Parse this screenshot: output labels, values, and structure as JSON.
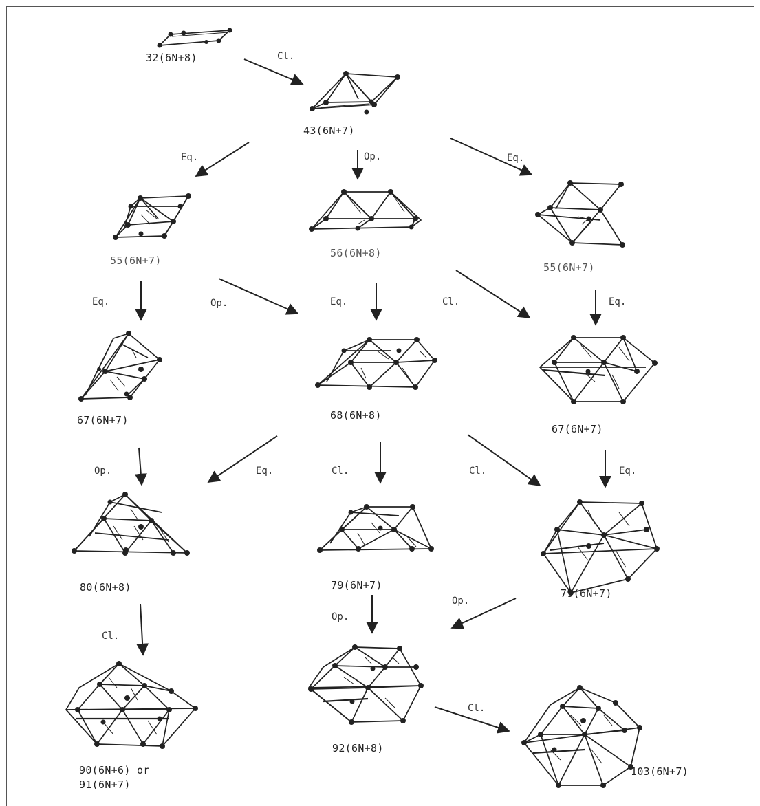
{
  "nodes": [
    {
      "id": "n32",
      "label": "32(6N+8)"
    },
    {
      "id": "n43",
      "label": "43(6N+7)"
    },
    {
      "id": "n55a",
      "label": "55(6N+7)"
    },
    {
      "id": "n56",
      "label": "56(6N+8)"
    },
    {
      "id": "n55b",
      "label": "55(6N+7)"
    },
    {
      "id": "n67a",
      "label": "67(6N+7)"
    },
    {
      "id": "n68",
      "label": "68(6N+8)"
    },
    {
      "id": "n67b",
      "label": "67(6N+7)"
    },
    {
      "id": "n80",
      "label": "80(6N+8)"
    },
    {
      "id": "n79a",
      "label": "79(6N+7)"
    },
    {
      "id": "n79b",
      "label": "79(6N+7)"
    },
    {
      "id": "n90",
      "label": "90(6N+6) or"
    },
    {
      "id": "n91",
      "label": "91(6N+7)"
    },
    {
      "id": "n92",
      "label": "92(6N+8)"
    },
    {
      "id": "n103",
      "label": "103(6N+7)"
    }
  ],
  "edges": [
    {
      "from": "n32",
      "to": "n43",
      "label": "Cl."
    },
    {
      "from": "n43",
      "to": "n55a",
      "label": "Eq."
    },
    {
      "from": "n43",
      "to": "n56",
      "label": "Op."
    },
    {
      "from": "n43",
      "to": "n55b",
      "label": "Eq."
    },
    {
      "from": "n55a",
      "to": "n67a",
      "label": "Eq."
    },
    {
      "from": "n55a",
      "to": "n68",
      "label": "Op."
    },
    {
      "from": "n56",
      "to": "n68",
      "label": "Eq."
    },
    {
      "from": "n56",
      "to": "n67b",
      "label": "Cl."
    },
    {
      "from": "n55b",
      "to": "n67b",
      "label": "Eq."
    },
    {
      "from": "n67a",
      "to": "n80",
      "label": "Op."
    },
    {
      "from": "n68",
      "to": "n80",
      "label": "Eq."
    },
    {
      "from": "n68",
      "to": "n79a",
      "label": "Cl."
    },
    {
      "from": "n68",
      "to": "n79b",
      "label": "Cl."
    },
    {
      "from": "n67b",
      "to": "n79b",
      "label": "Eq."
    },
    {
      "from": "n80",
      "to": "n90",
      "label": "Cl."
    },
    {
      "from": "n79a",
      "to": "n92",
      "label": "Op."
    },
    {
      "from": "n79b",
      "to": "n92",
      "label": "Op."
    },
    {
      "from": "n92",
      "to": "n103",
      "label": "Cl."
    }
  ]
}
